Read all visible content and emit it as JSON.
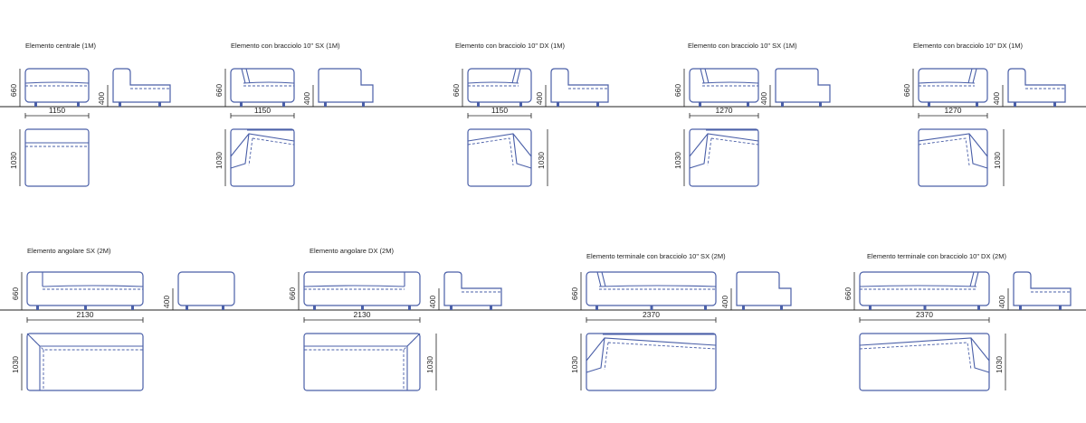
{
  "rows": [
    {
      "modules": [
        {
          "id": "m1",
          "title": "Elemento centrale (1M)",
          "width": "1150",
          "depth": "1030",
          "height": "660",
          "seat": "400",
          "kind": "center"
        },
        {
          "id": "m2",
          "title": "Elemento con bracciolo 10\" SX (1M)",
          "width": "1150",
          "depth": "1030",
          "height": "660",
          "seat": "400",
          "kind": "armL"
        },
        {
          "id": "m3",
          "title": "Elemento con bracciolo 10\" DX  (1M)",
          "width": "1150",
          "depth": "1030",
          "height": "660",
          "seat": "400",
          "kind": "armR"
        },
        {
          "id": "m4",
          "title": "Elemento con bracciolo 10\" SX (1M)",
          "width": "1270",
          "depth": "1030",
          "height": "660",
          "seat": "400",
          "kind": "armL"
        },
        {
          "id": "m5",
          "title": "Elemento con bracciolo 10\" DX  (1M)",
          "width": "1270",
          "depth": "1030",
          "height": "660",
          "seat": "400",
          "kind": "armR"
        }
      ]
    },
    {
      "modules": [
        {
          "id": "m6",
          "title": "Elemento angolare SX (2M)",
          "width": "2130",
          "depth": "1030",
          "height": "660",
          "seat": "400",
          "kind": "cornerL"
        },
        {
          "id": "m7",
          "title": "Elemento angolare DX (2M)",
          "width": "2130",
          "depth": "1030",
          "height": "660",
          "seat": "400",
          "kind": "cornerR"
        },
        {
          "id": "m8",
          "title": "Elemento terminale con bracciolo 10\" SX (2M)",
          "width": "2370",
          "depth": "1030",
          "height": "660",
          "seat": "400",
          "kind": "termL"
        },
        {
          "id": "m9",
          "title": "Elemento terminale con bracciolo 10\" DX  (2M)",
          "width": "2370",
          "depth": "1030",
          "height": "660",
          "seat": "400",
          "kind": "termR"
        }
      ]
    }
  ],
  "colors": {
    "line": "#4a5fa8",
    "ink": "#222222",
    "background": "#ffffff"
  }
}
